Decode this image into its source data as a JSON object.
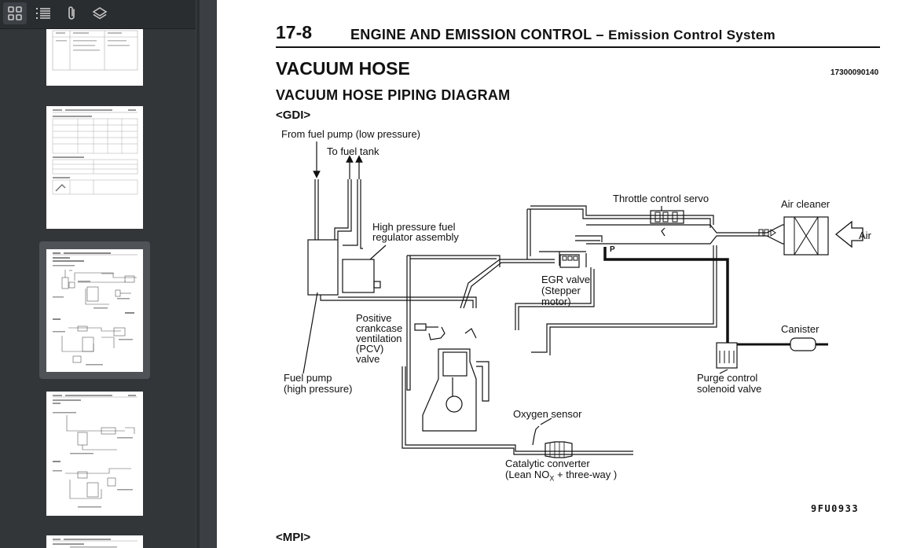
{
  "toolbar": {
    "buttons": [
      {
        "name": "thumbnail-view",
        "icon": "grid-icon"
      },
      {
        "name": "outline-view",
        "icon": "list-icon"
      },
      {
        "name": "attachments-view",
        "icon": "paperclip-icon"
      },
      {
        "name": "layers-view",
        "icon": "layers-icon"
      }
    ]
  },
  "document": {
    "page_number": "17-8",
    "chapter_title": "ENGINE AND EMISSION CONTROL",
    "chapter_dash": "–",
    "chapter_subtitle": "Emission Control System",
    "section_title": "VACUUM HOSE",
    "doc_code": "17300090140",
    "sub_title": "VACUUM HOSE PIPING DIAGRAM",
    "variant_gdi": "<GDI>",
    "variant_mpi": "<MPI>",
    "figure_code": "9FU0933"
  },
  "diagram": {
    "labels": {
      "from_fuel_pump": "From fuel pump (low pressure)",
      "to_fuel_tank": "To fuel tank",
      "hp_regulator_1": "High pressure fuel",
      "hp_regulator_2": "regulator assembly",
      "throttle_servo": "Throttle control servo",
      "air_cleaner": "Air cleaner",
      "air": "Air",
      "p_port": "P",
      "egr_1": "EGR  valve",
      "egr_2": "(Stepper",
      "egr_3": "motor)",
      "pcv_1": "Positive",
      "pcv_2": "crankcase",
      "pcv_3": "ventilation",
      "pcv_4": "(PCV)",
      "pcv_5": "valve",
      "canister": "Canister",
      "fuel_pump_hp_1": "Fuel pump",
      "fuel_pump_hp_2": "(high pressure)",
      "purge_1": "Purge control",
      "purge_2": "solenoid valve",
      "oxygen_sensor": "Oxygen sensor",
      "catalytic_1": "Catalytic converter",
      "catalytic_2_pre": "(Lean NO",
      "catalytic_2_sub": "X",
      "catalytic_2_post": " + three-way )"
    }
  }
}
